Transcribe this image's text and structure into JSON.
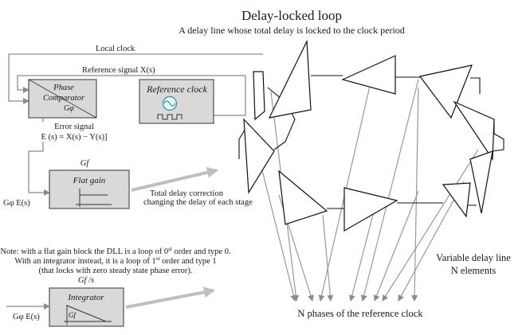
{
  "title": "Delay-locked loop",
  "subtitle": "A delay line whose total delay is locked to the clock period",
  "labels": {
    "local_clock": "Local clock",
    "reference_signal": "Reference signal X(s)",
    "phase_comparator_1": "Phase",
    "phase_comparator_2": "Comparator",
    "g_phi": "Gφ",
    "reference_clock": "Reference clock",
    "error_signal": "Error signal",
    "error_eq": "E (s) = X(s) − Y(s)]",
    "gf": "Gf",
    "flat_gain": "Flat gain",
    "gphi_e_1": "Gφ E(s)",
    "total_correction_1": "Total delay correction",
    "total_correction_2": "changing the delay of each stage",
    "note_1": "Note: with a flat gain block the DLL is a loop of 0",
    "note_1_sup": "st",
    "note_1_end": " order  and type 0.",
    "note_2": "With an integrator instead, it is a loop of  1",
    "note_2_sup": "st",
    "note_2_end": " order and type 1",
    "note_3": "(that  locks with zero steady state phase error).",
    "gf_s": "Gf /s",
    "integrator": "Integrator",
    "gphi_e_2": "Gφ E(s)",
    "gf_small": "Gf",
    "variable_delay_1": "Variable delay line",
    "variable_delay_2": "N elements",
    "n_phases": "N phases of the reference clock"
  },
  "colors": {
    "wire": "#8c8c8c",
    "box_fill": "#d9d9d9",
    "phase_line": "#999999",
    "arrow_fill": "#bfbfbf",
    "sine_icon": "#2e8b9a",
    "triangle_stroke": "#111111"
  }
}
